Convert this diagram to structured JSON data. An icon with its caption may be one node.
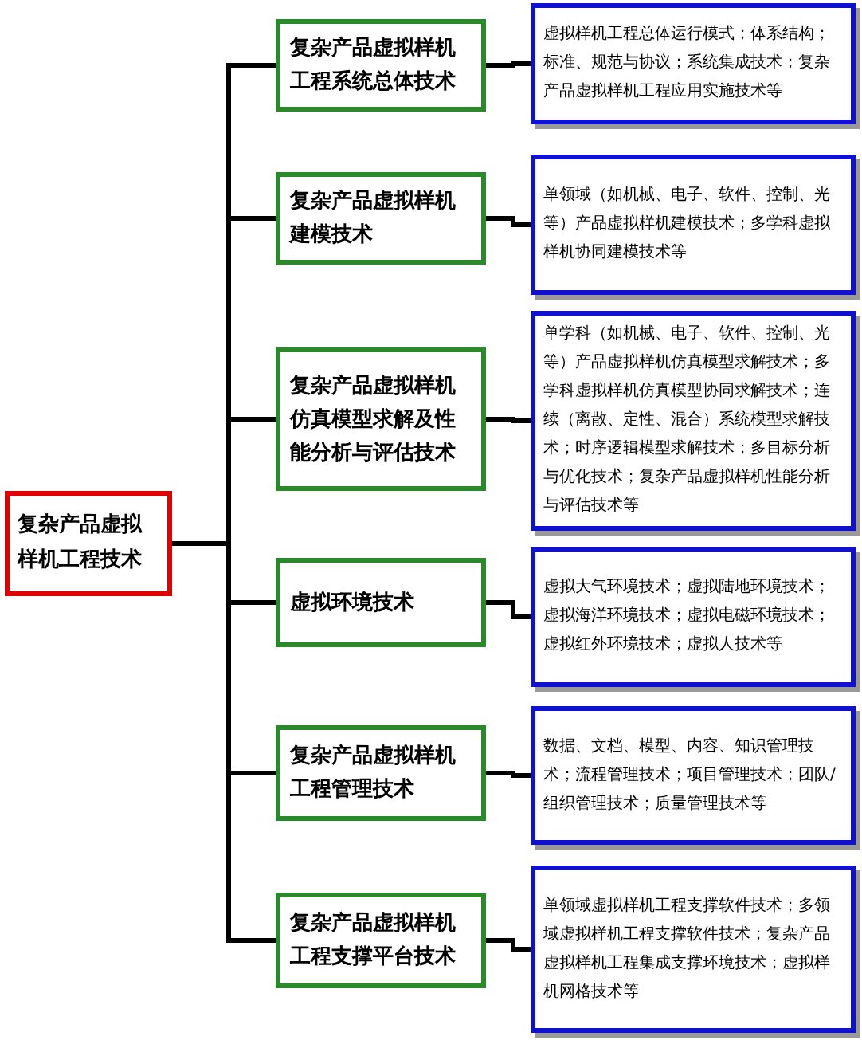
{
  "diagram": {
    "nodes": [
      {
        "text": [
          "复杂产品虚拟样机工程技术"
        ]
      },
      {
        "text": [
          "复杂产品虚拟样机工程系统总体技术"
        ]
      },
      {
        "text": [
          "复杂产品虚拟样机建模技术"
        ]
      },
      {
        "text": [
          "复杂产品虚拟样机仿真模型求解及性能分析与评估技术"
        ]
      },
      {
        "text": [
          "虚拟环境技术"
        ]
      },
      {
        "text": [
          "复杂产品虚拟样机工程管理技术"
        ]
      },
      {
        "text": [
          "复杂产品虚拟样机工程支撑平台技术"
        ]
      },
      {
        "text": [
          "虚拟样机工程总体运行模式；体系结构；标准、规范与协议；系统集成技术；复杂产品虚拟样机工程应用实施技术等"
        ]
      },
      {
        "text": [
          "单领域（如机械、电子、软件、控制、光等）产品虚拟样机建模技术；多学科虚拟样机协同建模技术等"
        ]
      },
      {
        "text": [
          "单学科（如机械、电子、软件、控制、光等）产品虚拟样机仿真模型求解技术；多学科虚拟样机仿真模型协同求解技术；连续（离散、定性、混合）系统模型求解技术；时序逻辑模型求解技术；多目标分析与优化技术；复杂产品虚拟样机性能分析与评估技术等"
        ]
      },
      {
        "text": [
          "虚拟大气环境技术；虚拟陆地环境技术；虚拟海洋环境技术；虚拟电磁环境技术；虚拟红外环境技术；虚拟人技术等"
        ]
      },
      {
        "text": [
          "数据、文档、模型、内容、知识管理技术；流程管理技术；项目管理技术；团队/组织管理技术；质量管理技术等"
        ]
      },
      {
        "text": [
          "单领域虚拟样机工程支撑软件技术；多领域虚拟样机工程支撑软件技术；复杂产品虚拟样机工程集成支撑环境技术；虚拟样机网格技术等"
        ]
      }
    ],
    "edges": [
      {
        "from": 0,
        "to": 1,
        "arrow": "none"
      },
      {
        "from": 0,
        "to": 2,
        "arrow": "none"
      },
      {
        "from": 0,
        "to": 3,
        "arrow": "none"
      },
      {
        "from": 0,
        "to": 4,
        "arrow": "none"
      },
      {
        "from": 0,
        "to": 5,
        "arrow": "none"
      },
      {
        "from": 0,
        "to": 6,
        "arrow": "none"
      },
      {
        "from": 1,
        "to": 7,
        "arrow": "none"
      },
      {
        "from": 2,
        "to": 8,
        "arrow": "none"
      },
      {
        "from": 3,
        "to": 9,
        "arrow": "none"
      },
      {
        "from": 4,
        "to": 10,
        "arrow": "none"
      },
      {
        "from": 5,
        "to": 11,
        "arrow": "none"
      },
      {
        "from": 6,
        "to": 12,
        "arrow": "none"
      }
    ]
  }
}
